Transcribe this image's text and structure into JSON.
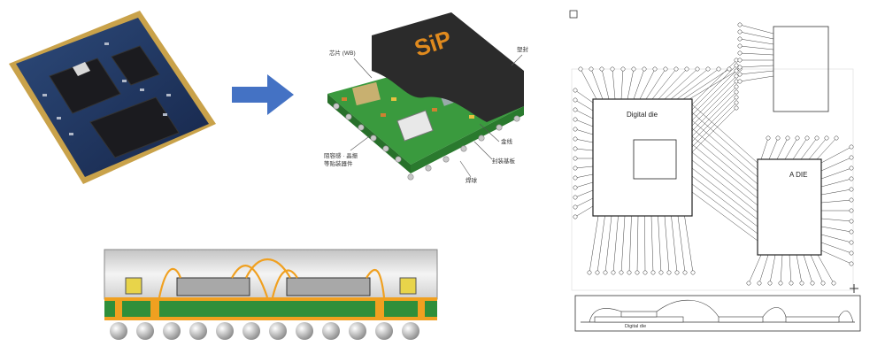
{
  "sip_callouts": [
    {
      "text": "芯片 (WB)"
    },
    {
      "text": "塑封"
    },
    {
      "text": "金线"
    },
    {
      "text": "封装基板"
    },
    {
      "text": "焊球"
    },
    {
      "text": "阻容感 · 晶振"
    },
    {
      "text": "等贴装器件"
    }
  ],
  "sip_logo": "SiP",
  "bond_die_labels": {
    "digital": "Digital die",
    "analog": "A DIE"
  },
  "bond_bottom_label": "Digital die",
  "colors": {
    "arrow": "#4472c4",
    "pcb_green": "#2f8f3a",
    "bond_wire": "#f0a020",
    "substrate_orange": "#f0a020"
  }
}
